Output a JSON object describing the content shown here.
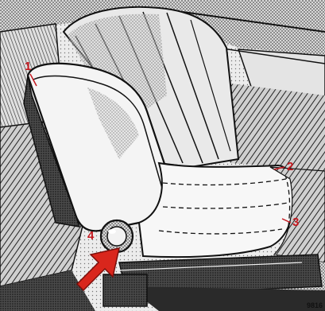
{
  "figure": {
    "callouts": {
      "headrest_lever": "1",
      "front_tilt_lever": "2",
      "rear_tilt_lever": "3",
      "backrest_knob": "4"
    },
    "reference_number": "9816"
  },
  "colors": {
    "callout": "#c4181f",
    "arrow": "#d9261c",
    "ink": "#111111",
    "paper": "#efefef"
  }
}
